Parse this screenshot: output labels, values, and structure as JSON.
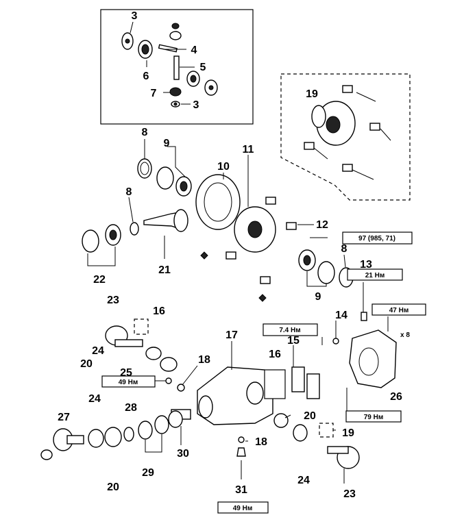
{
  "callouts": {
    "c3a": "3",
    "c4": "4",
    "c5": "5",
    "c6": "6",
    "c7": "7",
    "c3b": "3",
    "c8a": "8",
    "c9a": "9",
    "c10": "10",
    "c11": "11",
    "c19a": "19",
    "c8b": "8",
    "c12": "12",
    "c21": "21",
    "c22": "22",
    "c8c": "8",
    "c9b": "9",
    "c13": "13",
    "c23a": "23",
    "c16a": "16",
    "c14": "14",
    "c17": "17",
    "c15": "15",
    "c24a": "24",
    "c20a": "20",
    "c18a": "18",
    "c25": "25",
    "c16b": "16",
    "c26": "26",
    "c27": "27",
    "c24b": "24",
    "c28": "28",
    "c20b": "20",
    "c19b": "19",
    "c30": "30",
    "c18b": "18",
    "c29": "29",
    "c20c": "20",
    "c24c": "24",
    "c31": "31",
    "c23b": "23"
  },
  "torque_labels": {
    "t97": "97 (985, 71)",
    "t21": "21 Нм",
    "t47": "47 Нм",
    "t7_4": "7.4 Нм",
    "t49a": "49 Нм",
    "t79": "79 Нм",
    "t49b": "49 Нм"
  },
  "multiplier": "x 8"
}
